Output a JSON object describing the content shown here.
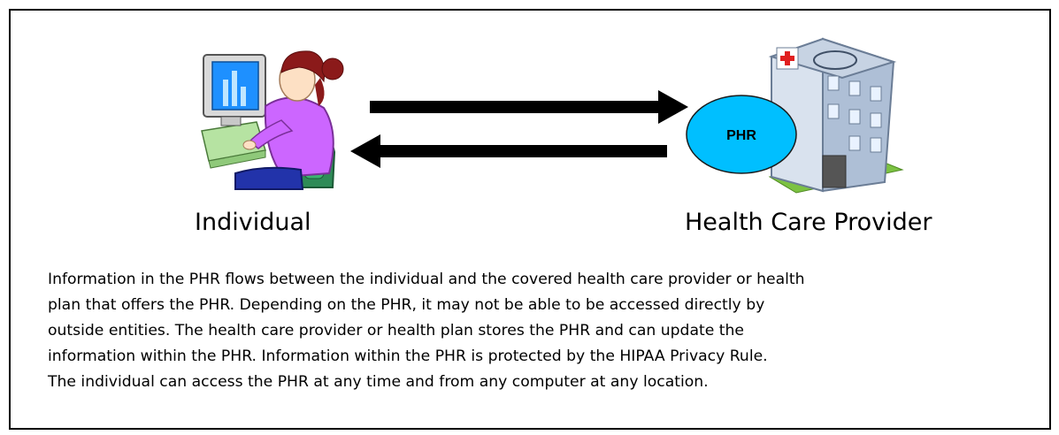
{
  "diagram": {
    "node_individual": {
      "label": "Individual",
      "icon": "person-at-computer-icon"
    },
    "node_provider": {
      "label": "Health Care Provider",
      "icon": "hospital-building-icon"
    },
    "phr_bubble": {
      "label": "PHR",
      "fill": "#00bfff"
    },
    "arrows": [
      {
        "from": "Individual",
        "to": "PHR",
        "direction": "right"
      },
      {
        "from": "PHR",
        "to": "Individual",
        "direction": "left"
      }
    ]
  },
  "description_lines": [
    "Information in the PHR flows between the individual and the covered health care provider or health",
    "plan that offers the PHR.  Depending on the PHR, it may not be able to be accessed directly by",
    "outside entities.  The health care provider or health plan stores the PHR and can update the",
    "information within the PHR.  Information within the PHR is protected by the HIPAA Privacy Rule.",
    "The individual can access the PHR at any time and from any computer at any location."
  ],
  "colors": {
    "border": "#000000",
    "arrow": "#000000",
    "phr_bubble": "#00bfff",
    "person_shirt": "#cc66ff",
    "person_hair": "#8b1a1a",
    "monitor_screen": "#1e90ff",
    "chair": "#2e8b57",
    "building": "#aebfd6",
    "grass": "#7cc242"
  }
}
